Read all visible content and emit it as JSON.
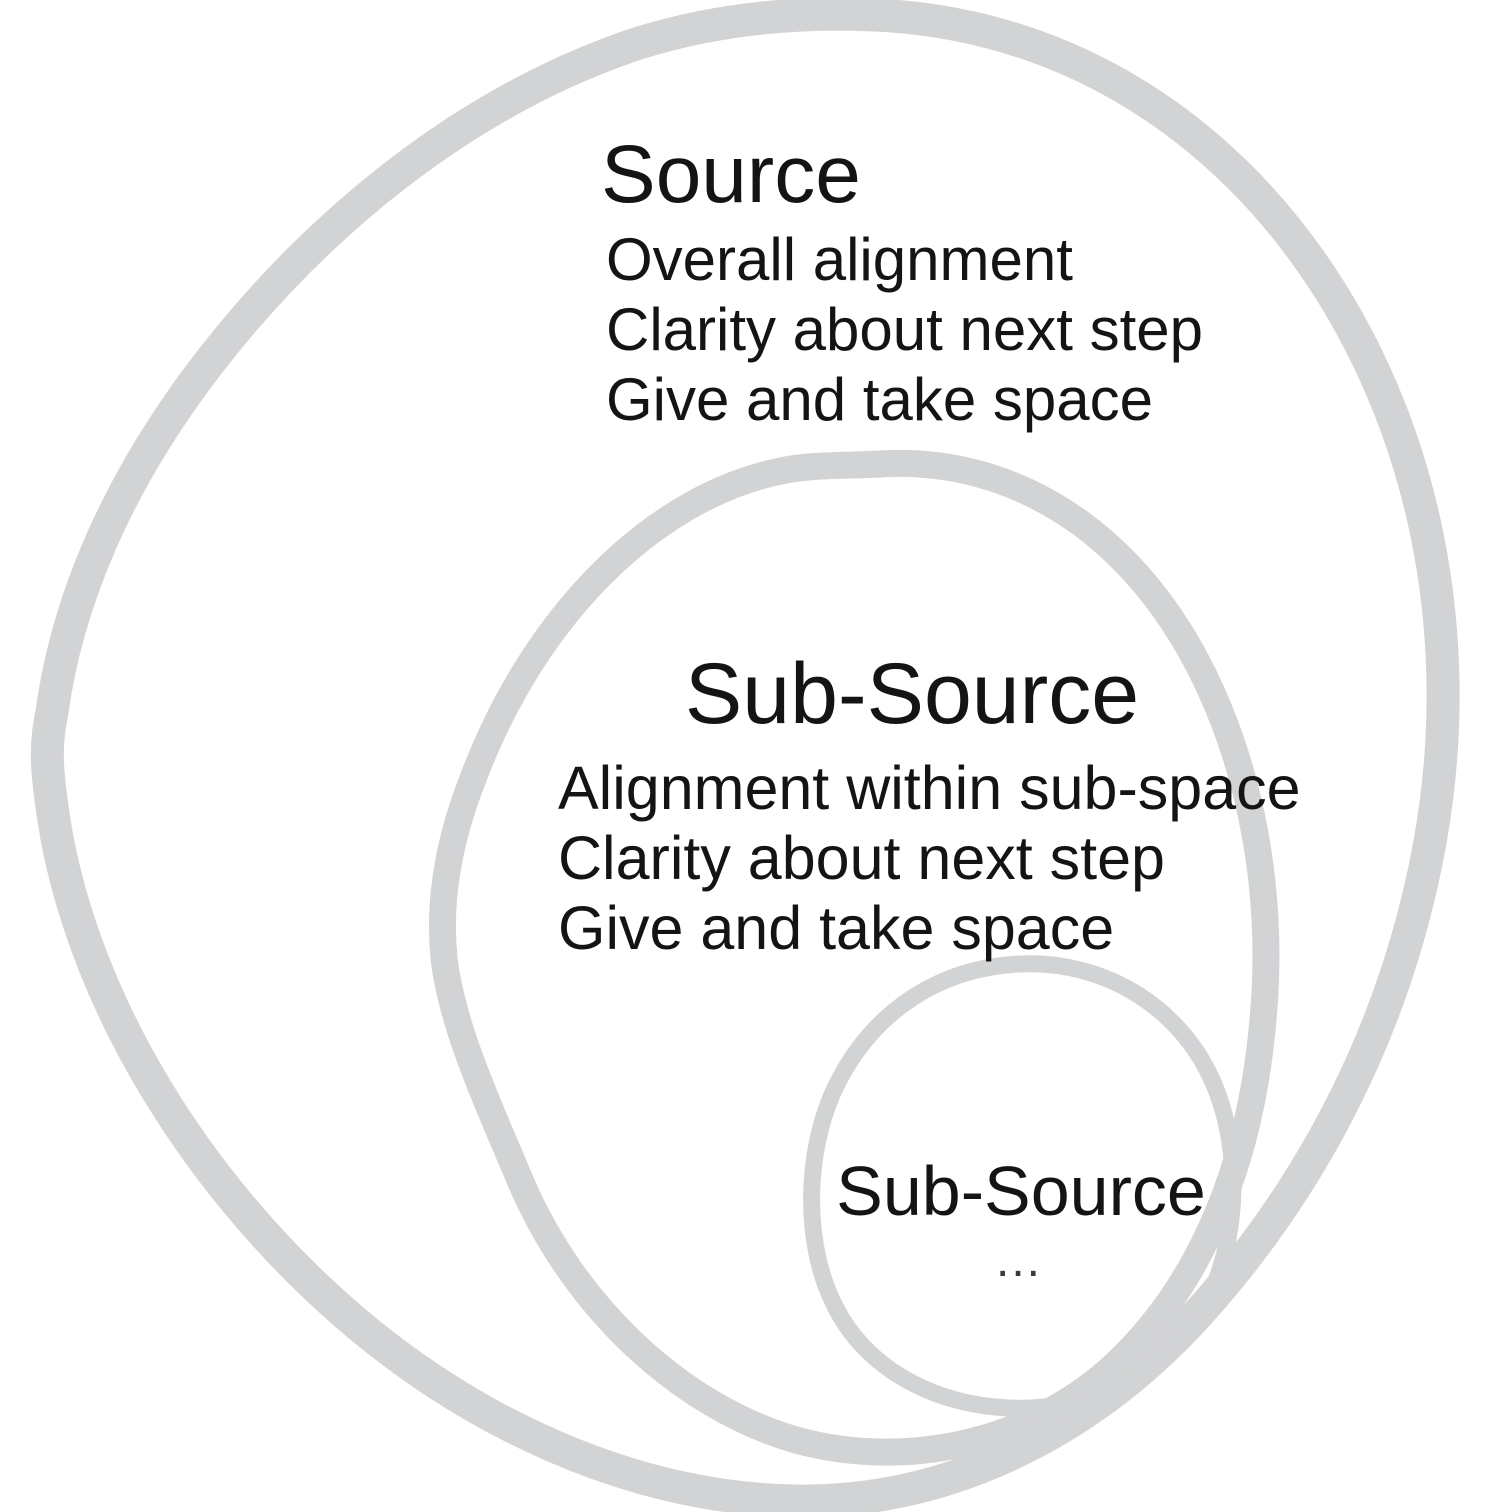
{
  "diagram": {
    "colors": {
      "background": "#ffffff",
      "circle_stroke": "#d2d3d4",
      "text": "#141414",
      "ellipsis": "#3b3b3b"
    },
    "outer": {
      "title": "Source",
      "items": [
        "Overall alignment",
        "Clarity about next step",
        "Give and take space"
      ]
    },
    "middle": {
      "title": "Sub-Source",
      "items": [
        "Alignment within sub-space",
        "Clarity about next step",
        "Give and take space"
      ]
    },
    "inner": {
      "title": "Sub-Source",
      "ellipsis": "..."
    }
  }
}
